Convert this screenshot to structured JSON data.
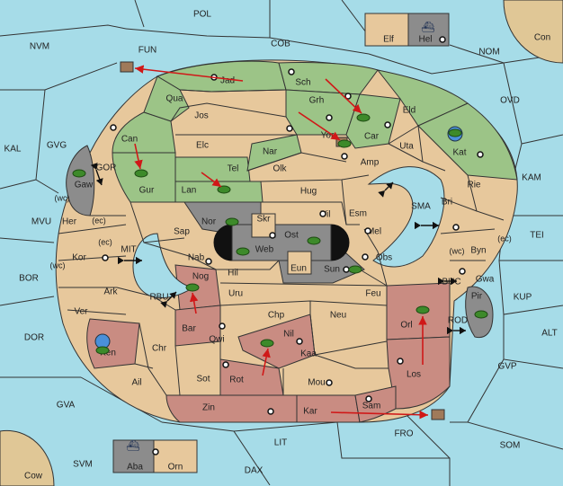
{
  "colors": {
    "sea": "#a6dce8",
    "land": "#e7c89c",
    "green_power": "#9cc487",
    "red_power": "#c98c82",
    "neutral_grey": "#8c8c8c",
    "sand": "#e0c796",
    "arrow": "#d01818"
  },
  "sea_labels": [
    {
      "id": "pol",
      "text": "POL"
    },
    {
      "id": "nvm",
      "text": "NVM"
    },
    {
      "id": "fun",
      "text": "FUN"
    },
    {
      "id": "cob",
      "text": "COB"
    },
    {
      "id": "nom",
      "text": "NOM"
    },
    {
      "id": "ovd",
      "text": "OVD"
    },
    {
      "id": "kal",
      "text": "KAL"
    },
    {
      "id": "gvg",
      "text": "GVG"
    },
    {
      "id": "gor",
      "text": "GOR"
    },
    {
      "id": "kam",
      "text": "KAM"
    },
    {
      "id": "sma",
      "text": "SMA"
    },
    {
      "id": "tei",
      "text": "TEI"
    },
    {
      "id": "mvu",
      "text": "MVU"
    },
    {
      "id": "mit",
      "text": "MIT"
    },
    {
      "id": "bor",
      "text": "BOR"
    },
    {
      "id": "rbu",
      "text": "RBU"
    },
    {
      "id": "kup",
      "text": "KUP"
    },
    {
      "id": "buc",
      "text": "BUC"
    },
    {
      "id": "rod",
      "text": "ROD"
    },
    {
      "id": "dor",
      "text": "DOR"
    },
    {
      "id": "alt",
      "text": "ALT"
    },
    {
      "id": "gvp",
      "text": "GVP"
    },
    {
      "id": "gva",
      "text": "GVA"
    },
    {
      "id": "fro",
      "text": "FRO"
    },
    {
      "id": "som",
      "text": "SOM"
    },
    {
      "id": "lit",
      "text": "LIT"
    },
    {
      "id": "svm",
      "text": "SVM"
    },
    {
      "id": "dax",
      "text": "DAX"
    }
  ],
  "land_labels": [
    {
      "id": "con",
      "text": "Con"
    },
    {
      "id": "elf",
      "text": "Elf"
    },
    {
      "id": "hel",
      "text": "Hel"
    },
    {
      "id": "jad",
      "text": "Jad"
    },
    {
      "id": "sch",
      "text": "Sch"
    },
    {
      "id": "qua",
      "text": "Qua"
    },
    {
      "id": "jos",
      "text": "Jos"
    },
    {
      "id": "grh",
      "text": "Grh"
    },
    {
      "id": "eld",
      "text": "Eld"
    },
    {
      "id": "can",
      "text": "Can"
    },
    {
      "id": "car",
      "text": "Car"
    },
    {
      "id": "yor",
      "text": "Yor"
    },
    {
      "id": "uta",
      "text": "Uta"
    },
    {
      "id": "kat",
      "text": "Kat"
    },
    {
      "id": "elc",
      "text": "Elc"
    },
    {
      "id": "nar",
      "text": "Nar"
    },
    {
      "id": "amp",
      "text": "Amp"
    },
    {
      "id": "gaw",
      "text": "Gaw"
    },
    {
      "id": "tel",
      "text": "Tel"
    },
    {
      "id": "olk",
      "text": "Olk"
    },
    {
      "id": "gur",
      "text": "Gur"
    },
    {
      "id": "lan",
      "text": "Lan"
    },
    {
      "id": "hug",
      "text": "Hug"
    },
    {
      "id": "rie",
      "text": "Rie"
    },
    {
      "id": "bri",
      "text": "Bri"
    },
    {
      "id": "her",
      "text": "Her"
    },
    {
      "id": "nor",
      "text": "Nor"
    },
    {
      "id": "vil",
      "text": "Vil"
    },
    {
      "id": "esm",
      "text": "Esm"
    },
    {
      "id": "skr",
      "text": "Skr"
    },
    {
      "id": "mel",
      "text": "Mel"
    },
    {
      "id": "sap",
      "text": "Sap"
    },
    {
      "id": "ost",
      "text": "Ost"
    },
    {
      "id": "web",
      "text": "Web"
    },
    {
      "id": "byn",
      "text": "Byn"
    },
    {
      "id": "kor",
      "text": "Kor"
    },
    {
      "id": "nab",
      "text": "Nab"
    },
    {
      "id": "obs",
      "text": "Obs"
    },
    {
      "id": "eun",
      "text": "Eun"
    },
    {
      "id": "hil",
      "text": "Hil"
    },
    {
      "id": "sun",
      "text": "Sun"
    },
    {
      "id": "gwa",
      "text": "Gwa"
    },
    {
      "id": "ark",
      "text": "Ark"
    },
    {
      "id": "nog",
      "text": "Nog"
    },
    {
      "id": "uru",
      "text": "Uru"
    },
    {
      "id": "feu",
      "text": "Feu"
    },
    {
      "id": "pir",
      "text": "Pir"
    },
    {
      "id": "ver",
      "text": "Ver"
    },
    {
      "id": "chp",
      "text": "Chp"
    },
    {
      "id": "neu",
      "text": "Neu"
    },
    {
      "id": "orl",
      "text": "Orl"
    },
    {
      "id": "bar",
      "text": "Bar"
    },
    {
      "id": "qwi",
      "text": "Qwi"
    },
    {
      "id": "nil",
      "text": "Nil"
    },
    {
      "id": "ken",
      "text": "Ken"
    },
    {
      "id": "chr",
      "text": "Chr"
    },
    {
      "id": "kaa",
      "text": "Kaa"
    },
    {
      "id": "sot",
      "text": "Sot"
    },
    {
      "id": "rot",
      "text": "Rot"
    },
    {
      "id": "los",
      "text": "Los"
    },
    {
      "id": "ail",
      "text": "Ail"
    },
    {
      "id": "mou",
      "text": "Mou"
    },
    {
      "id": "zin",
      "text": "Zin"
    },
    {
      "id": "kar",
      "text": "Kar"
    },
    {
      "id": "sam",
      "text": "Sam"
    },
    {
      "id": "aba",
      "text": "Aba"
    },
    {
      "id": "orn",
      "text": "Orn"
    },
    {
      "id": "cow",
      "text": "Cow"
    }
  ],
  "coast_tags": [
    {
      "id": "wc1",
      "text": "(wc)"
    },
    {
      "id": "ec1",
      "text": "(ec)"
    },
    {
      "id": "ec2",
      "text": "(ec)"
    },
    {
      "id": "wc2",
      "text": "(wc)"
    },
    {
      "id": "wc3",
      "text": "(wc)"
    },
    {
      "id": "ec3",
      "text": "(ec)"
    }
  ],
  "icons": {
    "army": "tank-icon",
    "fleet": "ship-icon",
    "supply_center": "supply-dot",
    "home_center": "globe-icon",
    "move_order": "red-arrow",
    "canal": "double-arrow"
  }
}
